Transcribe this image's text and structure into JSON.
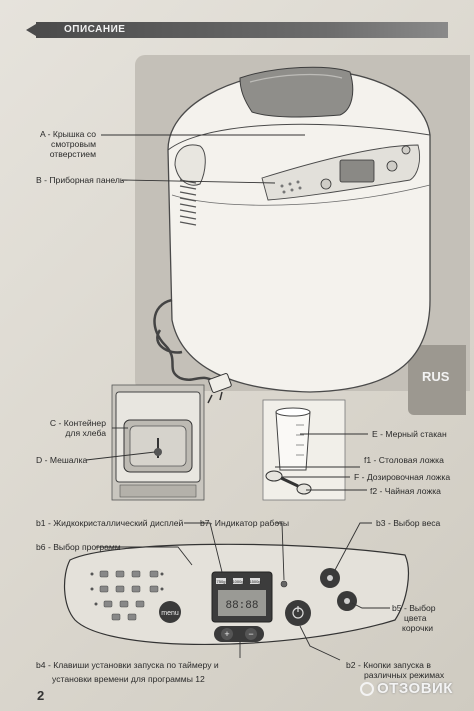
{
  "header": {
    "title": "ОПИСАНИЕ"
  },
  "side_tab": {
    "label": "RUS"
  },
  "parts": {
    "A": {
      "text1": "A - Крышка со",
      "text2": "смотровым",
      "text3": "отверстием"
    },
    "B": {
      "text": "B - Приборная панель"
    },
    "C": {
      "text1": "C - Контейнер",
      "text2": "для хлеба"
    },
    "D": {
      "text": "D - Мешалка"
    },
    "E": {
      "text": "E - Мерный стакан"
    },
    "f1": {
      "text": "f1 - Столовая ложка"
    },
    "F": {
      "text": "F - Дозировочная ложка"
    },
    "f2": {
      "text": "f2 - Чайная ложка"
    }
  },
  "control_panel": {
    "b1": "b1 - Жидкокристаллический дисплей",
    "b7": "b7- Индикатор работы",
    "b3": "b3 - Выбор веса",
    "b6": "b6 - Выбор программ",
    "b5_1": "b5 - Выбор",
    "b5_2": "цвета",
    "b5_3": "корочки",
    "b4_1": "b4 - Клавиши установки запуска по таймеру и",
    "b4_2": "установки времени для программы 12",
    "b2_1": "b2 - Кнопки запуска в",
    "b2_2": "различных режимах",
    "menu_label": "menu",
    "display_weights": [
      "750g",
      "1000g",
      "1500g"
    ],
    "display_time": "88:88",
    "button_plus": "+",
    "button_minus": "−"
  },
  "page_number": "2",
  "watermark": "ОТЗОВИК"
}
